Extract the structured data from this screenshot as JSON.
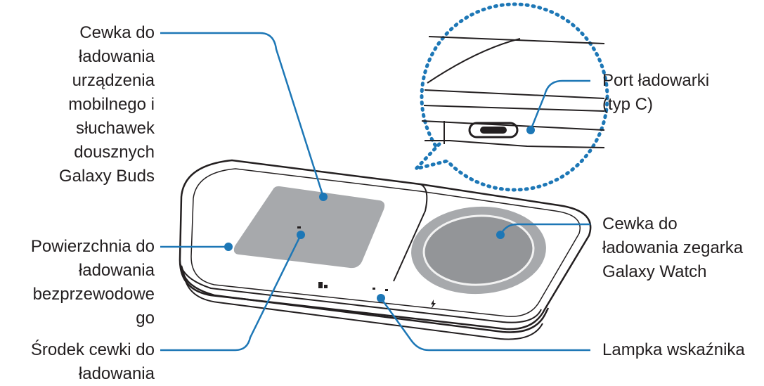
{
  "callouts": {
    "coil_phone_buds": "Cewka do\nładowania\nurządzenia\nmobilnego i\nsłuchawek\ndousznych\nGalaxy Buds",
    "charging_surface": "Powierzchnia do\nładowania\nbezprzewodowe\ngo",
    "coil_center": "Środek cewki do\nładowania",
    "charger_port": "Port ładowarki\n(typ C)",
    "coil_watch": "Cewka do\nładowania zegarka\nGalaxy Watch",
    "indicator_light": "Lampka wskaźnika"
  },
  "colors": {
    "leader_line": "#1d77b6",
    "coil_pad": "#a7a9ac",
    "device_outline": "#231f20",
    "magnifier_border": "#1d77b6"
  },
  "icons": {
    "device_mark": "charger-logo-mark",
    "bolt": "lightning-bolt-icon"
  }
}
